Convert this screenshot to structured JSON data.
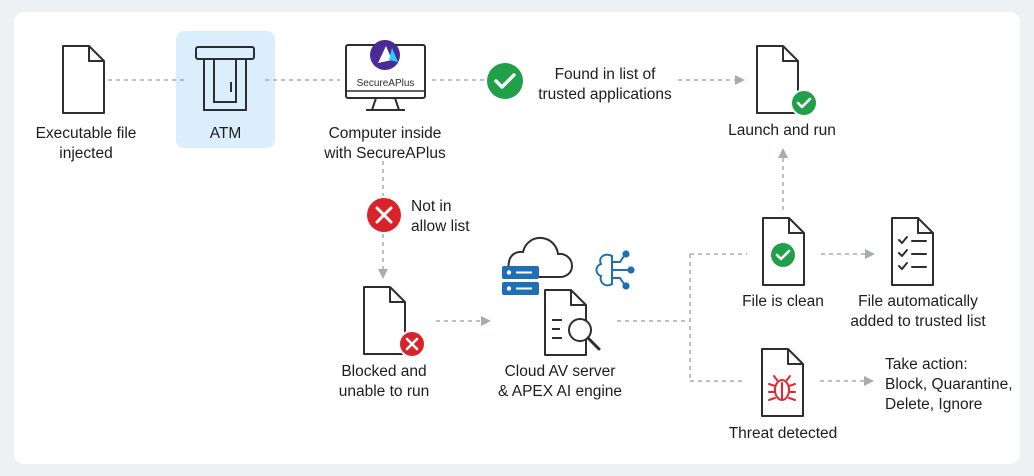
{
  "colors": {
    "background": "#eef1f4",
    "panel": "#ffffff",
    "atm_highlight": "#dbeefb",
    "icon_stroke": "#2d2d33",
    "ok_green": "#21a04a",
    "error_red": "#d8232a",
    "bug_red": "#e4262d",
    "server_blue": "#1f6fb5",
    "connector_gray": "#a7acb2",
    "brand_purple": "#5b2ea6"
  },
  "nodes": {
    "executable": {
      "line1": "Executable file",
      "line2": "injected"
    },
    "atm": {
      "label": "ATM"
    },
    "computer": {
      "screen_text": "SecureAPlus",
      "line1": "Computer inside",
      "line2": "with SecureAPlus"
    },
    "found": {
      "line1": "Found in list of",
      "line2": "trusted applications"
    },
    "launch": {
      "label": "Launch and run"
    },
    "not_allowed": {
      "line1": "Not in",
      "line2": "allow list"
    },
    "blocked": {
      "line1": "Blocked and",
      "line2": "unable to run"
    },
    "cloud": {
      "line1": "Cloud AV server",
      "line2": "& APEX AI engine"
    },
    "clean": {
      "label": "File is clean"
    },
    "added": {
      "line1": "File automatically",
      "line2": "added to trusted list"
    },
    "threat": {
      "label": "Threat detected"
    },
    "action": {
      "line1": "Take action:",
      "line2": "Block, Quarantine,",
      "line3": "Delete, Ignore"
    }
  },
  "icons": [
    "file-icon",
    "atm-icon",
    "computer-icon",
    "check-icon",
    "x-icon",
    "cloud-icon",
    "server-icon",
    "ai-brain-icon",
    "search-document-icon",
    "checklist-icon",
    "bug-icon"
  ]
}
